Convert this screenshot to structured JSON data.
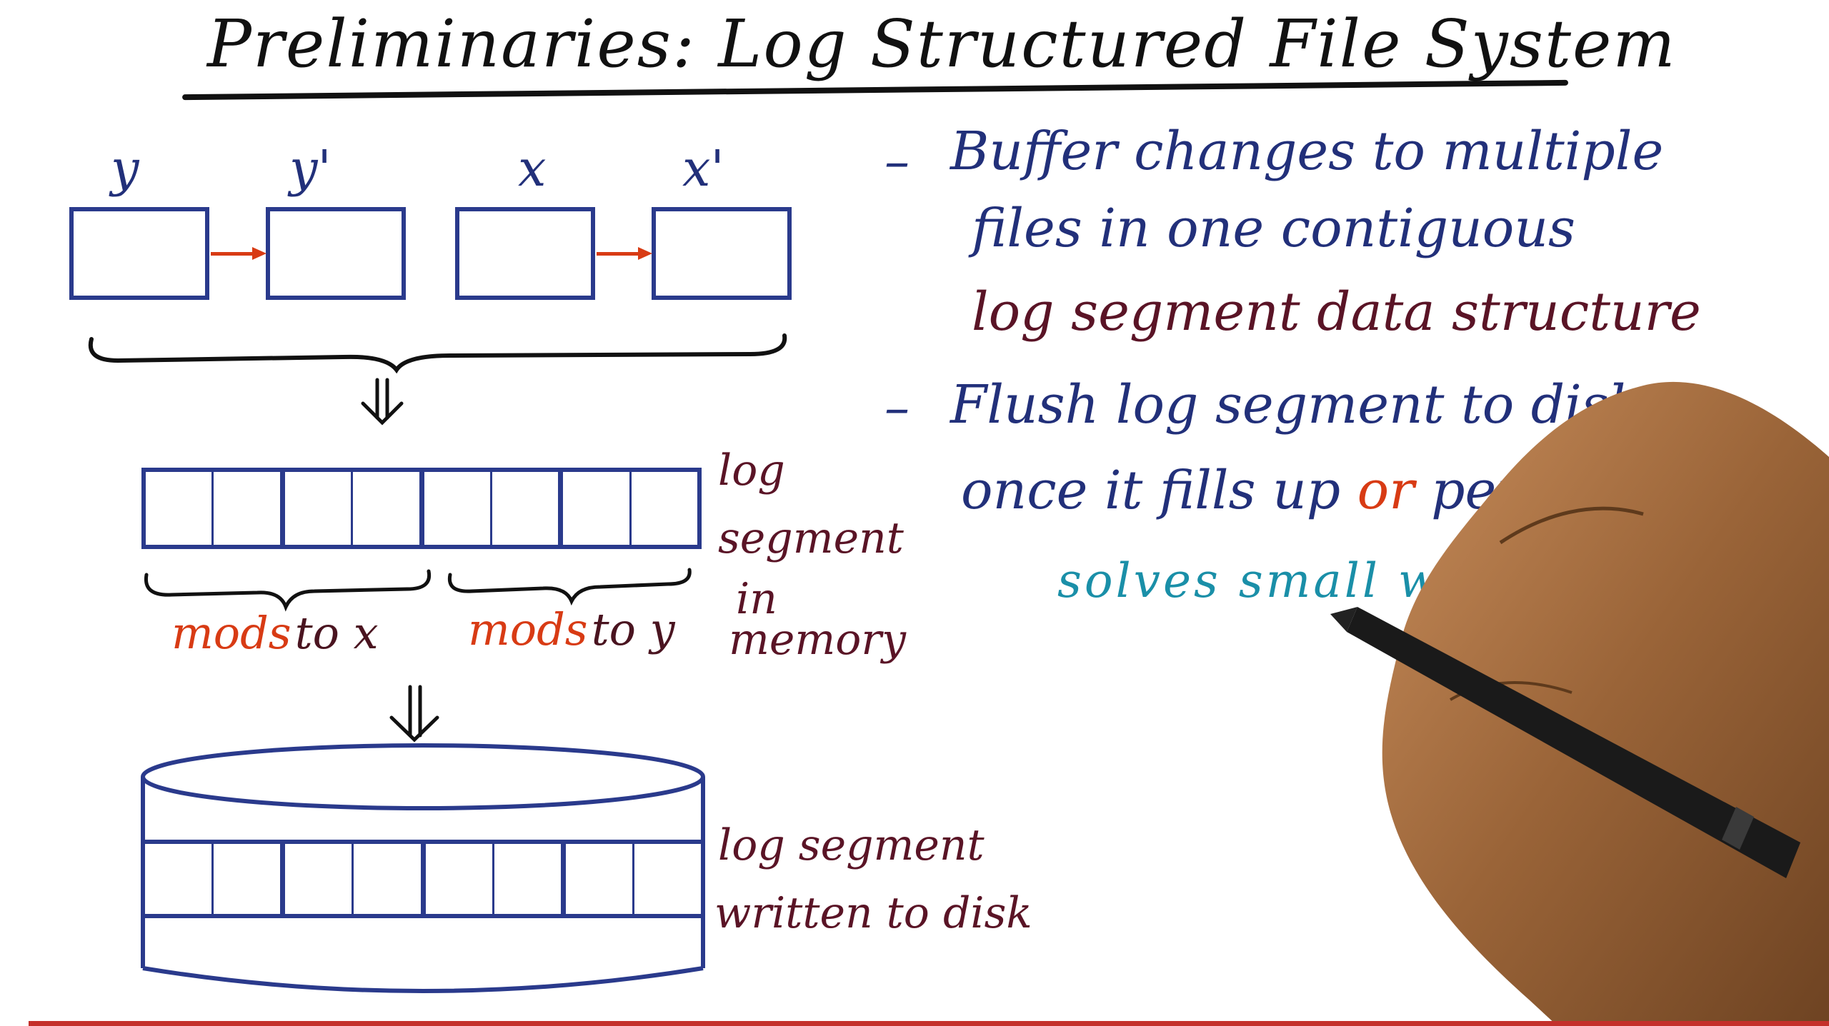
{
  "title": "Preliminaries: Log Structured File System",
  "nodes": [
    "y",
    "y'",
    "x",
    "x'"
  ],
  "memory_segment": {
    "cells": 8,
    "side_label": [
      "log",
      "segment",
      "in",
      "memory"
    ],
    "groups": [
      {
        "mods": "mods",
        "to": "to x"
      },
      {
        "mods": "mods",
        "to": "to y"
      }
    ]
  },
  "disk": {
    "cells": 8,
    "side_label": [
      "log segment",
      "written to disk"
    ]
  },
  "bullets": {
    "b1_lines": [
      "Buffer changes to multiple",
      "files in one contiguous",
      "log segment data structure"
    ],
    "b2_line1": "Flush log segment to disk",
    "b2_line2_pre": "once it fills up",
    "b2_or": "or",
    "b2_line2_post": "periodically",
    "note": "solves small write problem"
  },
  "colors": {
    "ink_blue": "#22307a",
    "box_blue": "#2a3a8c",
    "arrow_red": "#d83b14",
    "maroon": "#5a1426",
    "teal": "#1a8fa8"
  }
}
